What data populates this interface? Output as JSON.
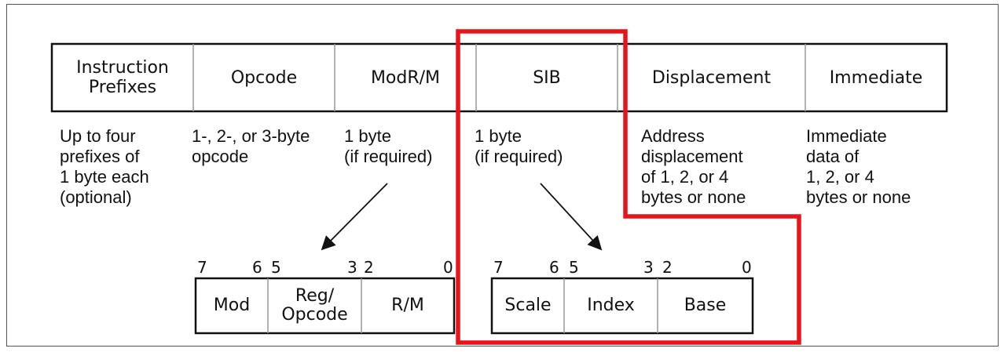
{
  "fields": [
    {
      "label": "Instruction\nPrefixes",
      "desc": "Up to four\nprefixes of\n1 byte each\n(optional)"
    },
    {
      "label": "Opcode",
      "desc": "1-, 2-, or 3-byte\nopcode"
    },
    {
      "label": "ModR/M",
      "desc": "1 byte\n(if required)"
    },
    {
      "label": "SIB",
      "desc": "1 byte\n(if required)"
    },
    {
      "label": "Displacement",
      "desc": "Address\ndisplacement\nof 1, 2, or 4\nbytes or none"
    },
    {
      "label": "Immediate",
      "desc": "Immediate\ndata of\n1, 2, or 4\nbytes or none"
    }
  ],
  "modrm": {
    "bits": [
      "7",
      "6",
      "5",
      "3",
      "2",
      "0"
    ],
    "fields": [
      "Mod",
      "Reg/\nOpcode",
      "R/M"
    ]
  },
  "sib": {
    "bits": [
      "7",
      "6",
      "5",
      "3",
      "2",
      "0"
    ],
    "fields": [
      "Scale",
      "Index",
      "Base"
    ]
  },
  "colors": {
    "highlight": "#e8141b",
    "border": "#111111",
    "divider": "#999999"
  }
}
